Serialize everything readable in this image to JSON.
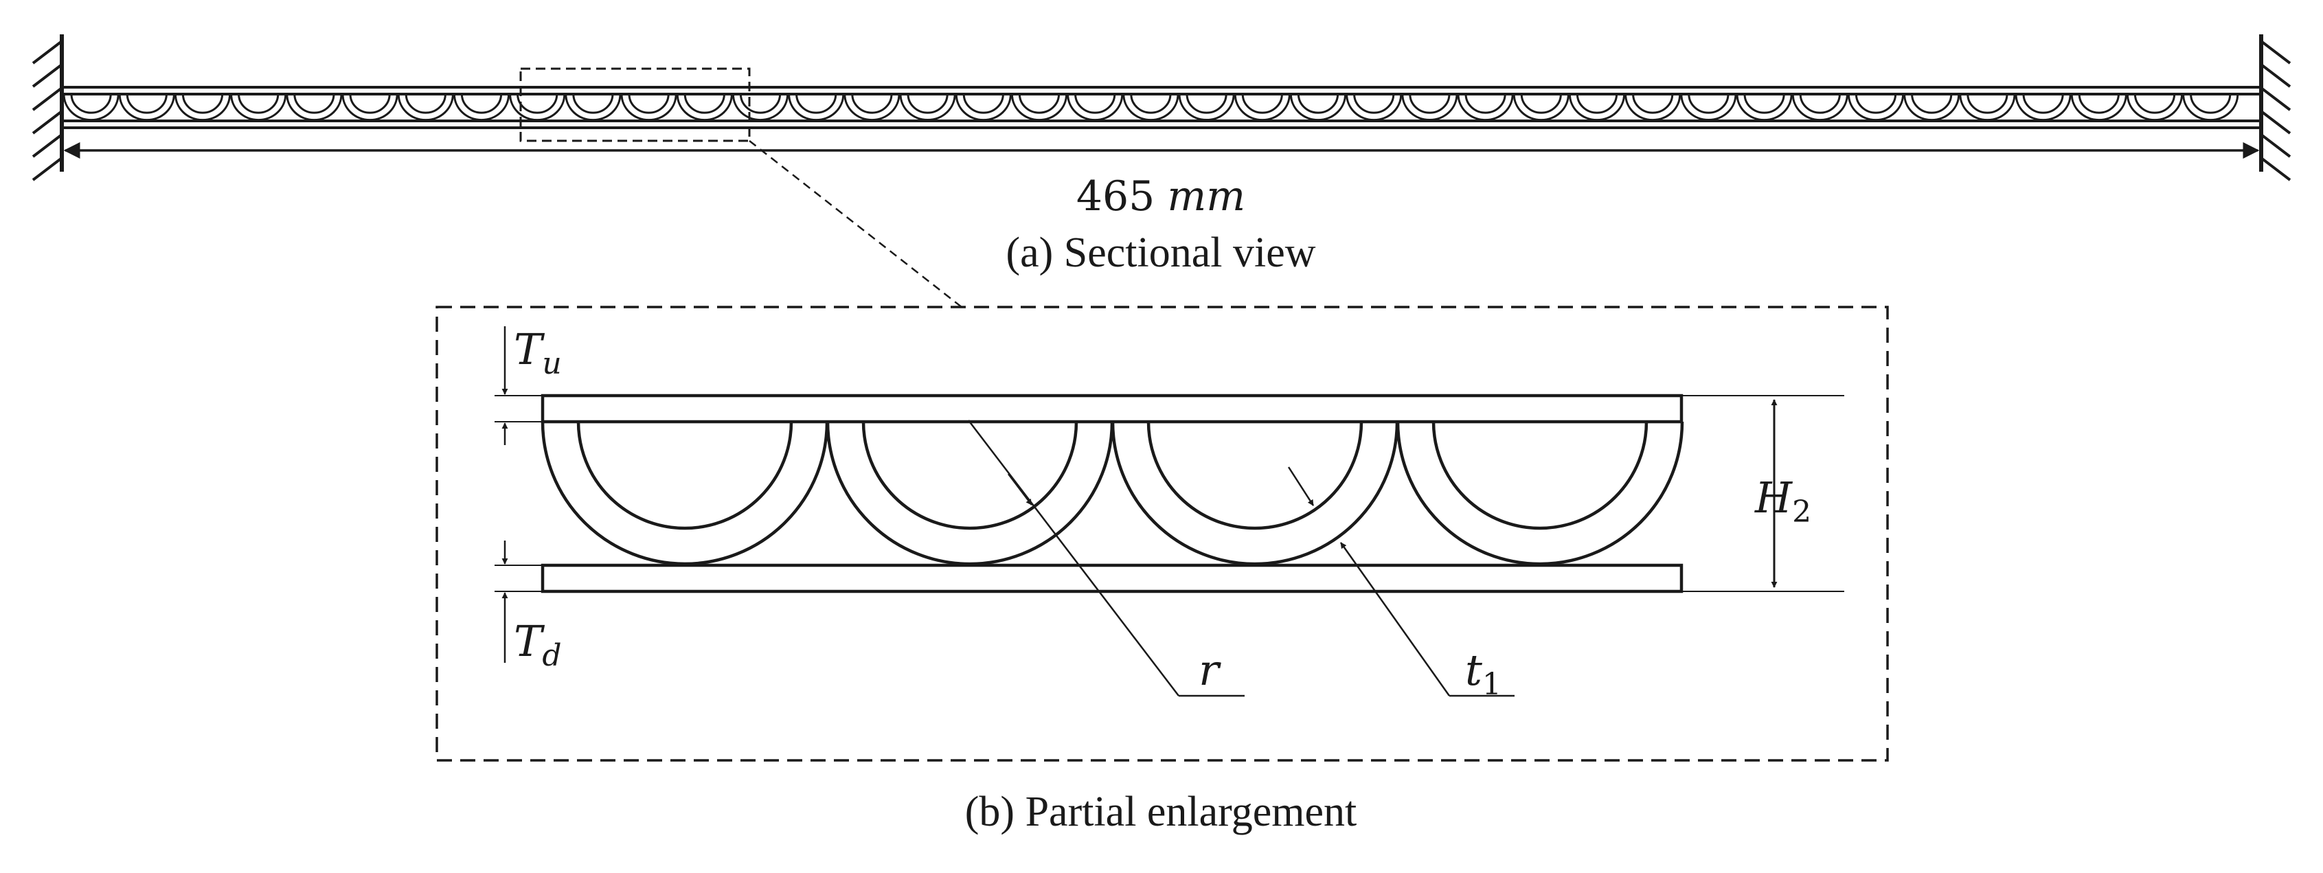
{
  "sectional": {
    "length_value": "465",
    "length_unit": "mm",
    "caption": "(a) Sectional view"
  },
  "enlargement": {
    "caption": "(b) Partial enlargement",
    "labels": {
      "Tu_main": "T",
      "Tu_sub": "u",
      "Td_main": "T",
      "Td_sub": "d",
      "H2_main": "H",
      "H2_sub": "2",
      "r": "r",
      "t1_main": "t",
      "t1_sub": "1"
    }
  }
}
